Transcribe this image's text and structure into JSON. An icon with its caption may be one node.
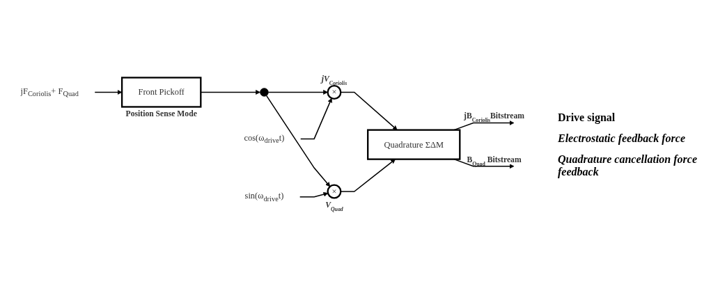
{
  "diagram": {
    "nodes": [
      {
        "text": [
          "jF$_{Coriolis}$+ F$_{Quad}$"
        ]
      },
      {
        "text": [
          "Front Pickoff"
        ],
        "beside": [
          "Position Sense Mode"
        ]
      },
      {
        "text": [],
        "shape": "circle"
      },
      {
        "text": [
          "×"
        ],
        "beside": [
          "jV$_{Coriolis}$"
        ]
      },
      {
        "text": [
          "cos(ω$_{drive}$t)"
        ]
      },
      {
        "text": [
          "sin(ω$_{drive}$t)"
        ]
      },
      {
        "text": [
          "×"
        ],
        "beside": [
          "V$_{Quad}$"
        ]
      },
      {
        "text": [
          "Quadrature ΣΔM"
        ]
      }
    ],
    "edges": [
      {
        "from": 0,
        "to": 1,
        "arrow": "to"
      },
      {
        "from": 1,
        "to": 2,
        "arrow": "to"
      },
      {
        "from": 2,
        "to": 3,
        "arrow": "to"
      },
      {
        "from": 2,
        "to": 6,
        "arrow": "to"
      },
      {
        "from": 4,
        "to": 3,
        "arrow": "to"
      },
      {
        "from": 5,
        "to": 6,
        "arrow": "to"
      },
      {
        "from": 3,
        "to": 7,
        "arrow": "to"
      },
      {
        "from": 6,
        "to": 7,
        "arrow": "to"
      },
      {
        "from": 7,
        "to": null,
        "arrow": "to",
        "label": "jB$_{Coriolis}$Bitstream"
      },
      {
        "from": 7,
        "to": null,
        "arrow": "to",
        "label": "B$_{Quad}$ Bitstream"
      }
    ],
    "labels": [
      "Drive signal",
      "Electrostatic feedback force",
      "Quadrature cancellation force feedback"
    ]
  }
}
